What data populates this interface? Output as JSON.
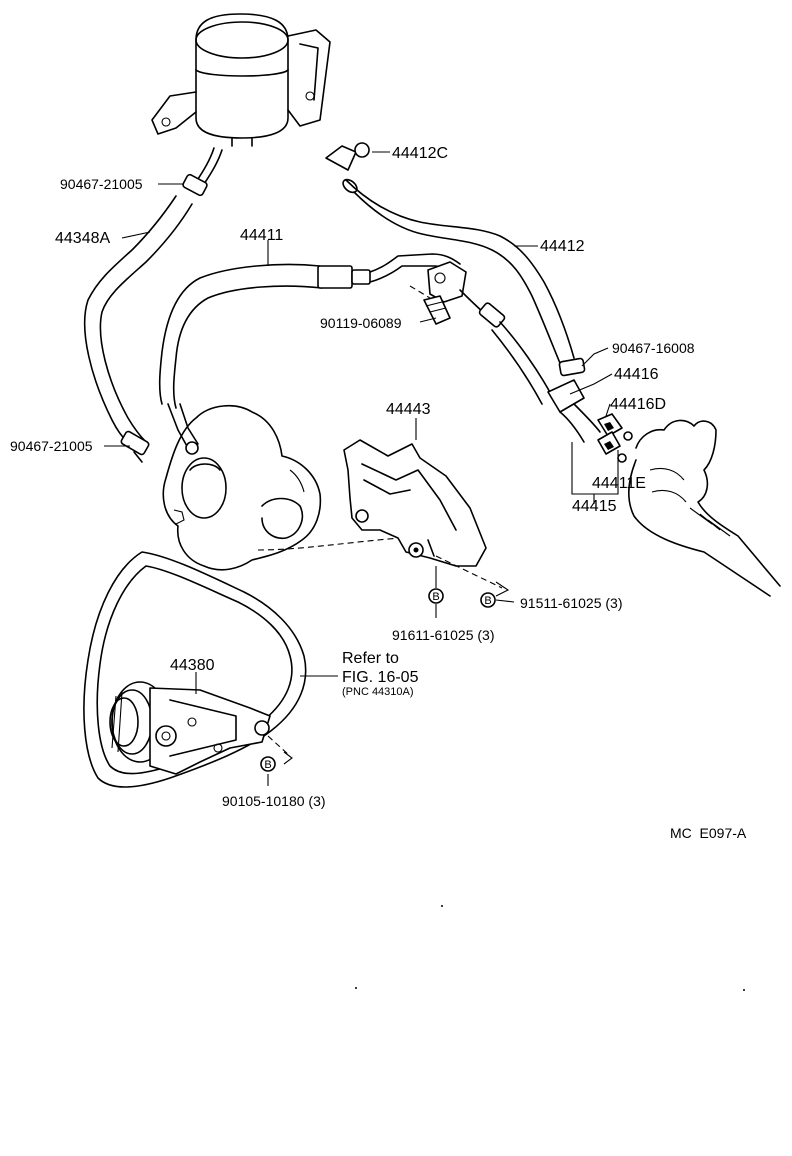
{
  "diagram_id": "MC  E097-A",
  "callouts": {
    "c44412C": "44412C",
    "c90467_21005_top": "90467-21005",
    "c44348A": "44348A",
    "c44411": "44411",
    "c44412": "44412",
    "c90119_06089": "90119-06089",
    "c90467_16008": "90467-16008",
    "c44416": "44416",
    "c44416D": "44416D",
    "c44443": "44443",
    "c90467_21005_bottom": "90467-21005",
    "c44411E": "44411E",
    "c44415": "44415",
    "c91511_61025": "91511-61025 (3)",
    "c91611_61025": "91611-61025 (3)",
    "c44380": "44380",
    "c90105_10180": "90105-10180 (3)"
  },
  "reference": {
    "line1": "Refer to",
    "line2": "FIG. 16-05",
    "line3": "(PNC 44310A)"
  },
  "bolt_marker": "B"
}
